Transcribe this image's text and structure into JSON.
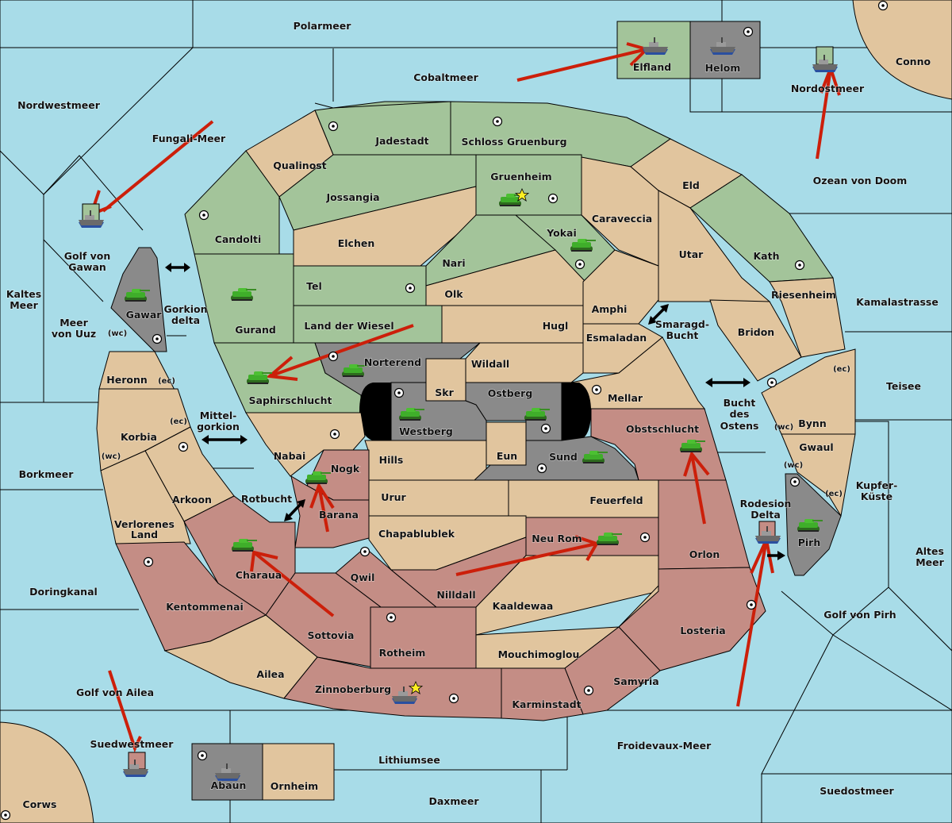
{
  "title": "Diplomacy-style board game map",
  "colors": {
    "sea": "#a8dce8",
    "green_power": "#a3c49a",
    "neutral": "#e1c59e",
    "red_power": "#c48d85",
    "gray_power": "#8a8a8a",
    "order_arrow": "#cc1f0a"
  },
  "seas": {
    "polarmeer": "Polarmeer",
    "cobaltmeer": "Cobaltmeer",
    "nordwestmeer": "Nordwestmeer",
    "fungali": "Fungali-Meer",
    "nordostmeer": "Nordostmeer",
    "ozean": "Ozean von Doom",
    "golf_gawan_1": "Golf von",
    "golf_gawan_2": "Gawan",
    "kaltes_1": "Kaltes",
    "kaltes_2": "Meer",
    "uuz_1": "Meer",
    "uuz_2": "von Uuz",
    "gorkion_1": "Gorkion",
    "gorkion_2": "delta",
    "mittel_1": "Mittel-",
    "mittel_2": "gorkion",
    "rotbucht": "Rotbucht",
    "borkmeer": "Borkmeer",
    "doringkanal": "Doringkanal",
    "golf_ailea": "Golf von Ailea",
    "suedwestmeer": "Suedwestmeer",
    "lithiumsee": "Lithiumsee",
    "daxmeer": "Daxmeer",
    "froidevaux": "Froidevaux-Meer",
    "suedostmeer": "Suedostmeer",
    "golf_pirh": "Golf von Pirh",
    "altes_1": "Altes",
    "altes_2": "Meer",
    "kupfer_1": "Kupfer-",
    "kupfer_2": "Küste",
    "teisee": "Teisee",
    "kamalastrasse": "Kamalastrasse",
    "smaragd_1": "Smaragd-",
    "smaragd_2": "Bucht",
    "bucht_1": "Bucht",
    "bucht_2": "des",
    "bucht_3": "Ostens",
    "rodesion_1": "Rodesion",
    "rodesion_2": "Delta"
  },
  "lands": {
    "conno": "Conno",
    "corws": "Corws",
    "elfland": "Elfland",
    "helom": "Helom",
    "abaun": "Abaun",
    "ornheim": "Ornheim",
    "jadestadt": "Jadestadt",
    "schloss": "Schloss Gruenburg",
    "qualinost": "Qualinost",
    "jossangia": "Jossangia",
    "candolti": "Candolti",
    "elchen": "Elchen",
    "gruenheim": "Gruenheim",
    "caraveccia": "Caraveccia",
    "eld": "Eld",
    "yokai": "Yokai",
    "nari": "Nari",
    "utar": "Utar",
    "kath": "Kath",
    "tel": "Tel",
    "olk": "Olk",
    "gurand": "Gurand",
    "amphi": "Amphi",
    "riesenheim": "Riesenheim",
    "wiesel": "Land der Wiesel",
    "hugl": "Hugl",
    "esmaladan": "Esmaladan",
    "bridon": "Bridon",
    "gawar": "Gawar",
    "norterend": "Norterend",
    "wildall": "Wildall",
    "skr": "Skr",
    "ostberg": "Ostberg",
    "westberg": "Westberg",
    "mellar": "Mellar",
    "saphir": "Saphirschlucht",
    "heronn": "Heronn",
    "obstschlucht": "Obstschlucht",
    "bynn": "Bynn",
    "gwaul": "Gwaul",
    "korbia": "Korbia",
    "nabai": "Nabai",
    "hills": "Hills",
    "eun": "Eun",
    "sund": "Sund",
    "nogk": "Nogk",
    "arkoon": "Arkoon",
    "barana": "Barana",
    "urur": "Urur",
    "feuerfeld": "Feuerfeld",
    "verlorenes_1": "Verlorenes",
    "verlorenes_2": "Land",
    "chapablublek": "Chapablublek",
    "neurom": "Neu Rom",
    "orlon": "Orlon",
    "pirh": "Pirh",
    "charaua": "Charaua",
    "qwil": "Qwil",
    "nilldall": "Nilldall",
    "kentommenai": "Kentommenai",
    "kaaldewaa": "Kaaldewaa",
    "sottovia": "Sottovia",
    "rotheim": "Rotheim",
    "losteria": "Losteria",
    "mouchimoglou": "Mouchimoglou",
    "ailea": "Ailea",
    "samyria": "Samyria",
    "zinnoberburg": "Zinnoberburg",
    "karminstadt": "Karminstadt"
  },
  "coasts": {
    "wc": "(wc)",
    "ec": "(ec)"
  }
}
